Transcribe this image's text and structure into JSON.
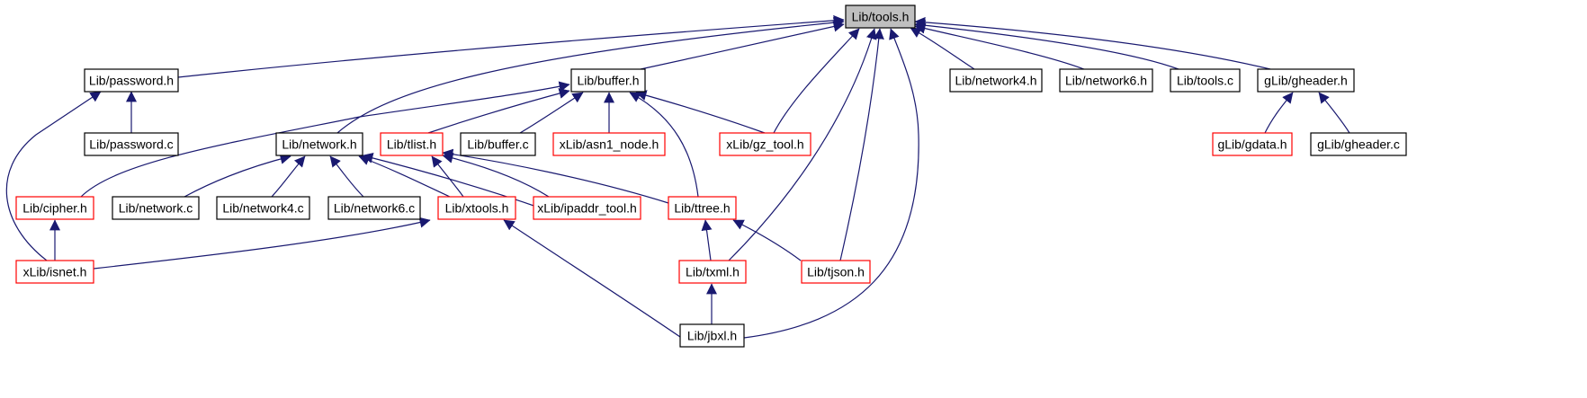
{
  "graph": {
    "colors": {
      "edge": "#191970",
      "root_fill": "#bfbfbf",
      "node_border_default": "#000000",
      "node_border_red": "#ff0000",
      "background": "#ffffff"
    },
    "nodes": [
      {
        "id": "tools_h",
        "label": "Lib/tools.h",
        "style": "root"
      },
      {
        "id": "password_h",
        "label": "Lib/password.h",
        "style": "black"
      },
      {
        "id": "buffer_h",
        "label": "Lib/buffer.h",
        "style": "black"
      },
      {
        "id": "network4_h",
        "label": "Lib/network4.h",
        "style": "black"
      },
      {
        "id": "network6_h",
        "label": "Lib/network6.h",
        "style": "black"
      },
      {
        "id": "tools_c",
        "label": "Lib/tools.c",
        "style": "black"
      },
      {
        "id": "gheader_h",
        "label": "gLib/gheader.h",
        "style": "black"
      },
      {
        "id": "password_c",
        "label": "Lib/password.c",
        "style": "black"
      },
      {
        "id": "network_h",
        "label": "Lib/network.h",
        "style": "black"
      },
      {
        "id": "tlist_h",
        "label": "Lib/tlist.h",
        "style": "red"
      },
      {
        "id": "buffer_c",
        "label": "Lib/buffer.c",
        "style": "black"
      },
      {
        "id": "asn1_node_h",
        "label": "xLib/asn1_node.h",
        "style": "red"
      },
      {
        "id": "gz_tool_h",
        "label": "xLib/gz_tool.h",
        "style": "red"
      },
      {
        "id": "gdata_h",
        "label": "gLib/gdata.h",
        "style": "red"
      },
      {
        "id": "gheader_c",
        "label": "gLib/gheader.c",
        "style": "black"
      },
      {
        "id": "cipher_h",
        "label": "Lib/cipher.h",
        "style": "red"
      },
      {
        "id": "network_c",
        "label": "Lib/network.c",
        "style": "black"
      },
      {
        "id": "network4_c",
        "label": "Lib/network4.c",
        "style": "black"
      },
      {
        "id": "network6_c",
        "label": "Lib/network6.c",
        "style": "black"
      },
      {
        "id": "xtools_h",
        "label": "Lib/xtools.h",
        "style": "red"
      },
      {
        "id": "ipaddr_tool_h",
        "label": "xLib/ipaddr_tool.h",
        "style": "red"
      },
      {
        "id": "ttree_h",
        "label": "Lib/ttree.h",
        "style": "red"
      },
      {
        "id": "isnet_h",
        "label": "xLib/isnet.h",
        "style": "red"
      },
      {
        "id": "txml_h",
        "label": "Lib/txml.h",
        "style": "red"
      },
      {
        "id": "tjson_h",
        "label": "Lib/tjson.h",
        "style": "red"
      },
      {
        "id": "jbxl_h",
        "label": "Lib/jbxl.h",
        "style": "black"
      }
    ],
    "edges": [
      {
        "from": "tools_h",
        "to": "password_h"
      },
      {
        "from": "tools_h",
        "to": "buffer_h"
      },
      {
        "from": "tools_h",
        "to": "network_h"
      },
      {
        "from": "tools_h",
        "to": "network4_h"
      },
      {
        "from": "tools_h",
        "to": "network6_h"
      },
      {
        "from": "tools_h",
        "to": "tools_c"
      },
      {
        "from": "tools_h",
        "to": "gheader_h"
      },
      {
        "from": "tools_h",
        "to": "gz_tool_h"
      },
      {
        "from": "tools_h",
        "to": "txml_h"
      },
      {
        "from": "tools_h",
        "to": "tjson_h"
      },
      {
        "from": "tools_h",
        "to": "jbxl_h"
      },
      {
        "from": "password_h",
        "to": "password_c"
      },
      {
        "from": "password_h",
        "to": "isnet_h"
      },
      {
        "from": "buffer_h",
        "to": "cipher_h"
      },
      {
        "from": "buffer_h",
        "to": "tlist_h"
      },
      {
        "from": "buffer_h",
        "to": "buffer_c"
      },
      {
        "from": "buffer_h",
        "to": "asn1_node_h"
      },
      {
        "from": "buffer_h",
        "to": "gz_tool_h"
      },
      {
        "from": "buffer_h",
        "to": "ttree_h"
      },
      {
        "from": "gheader_h",
        "to": "gdata_h"
      },
      {
        "from": "gheader_h",
        "to": "gheader_c"
      },
      {
        "from": "network_h",
        "to": "network_c"
      },
      {
        "from": "network_h",
        "to": "network4_c"
      },
      {
        "from": "network_h",
        "to": "network6_c"
      },
      {
        "from": "network_h",
        "to": "xtools_h"
      },
      {
        "from": "network_h",
        "to": "ipaddr_tool_h"
      },
      {
        "from": "tlist_h",
        "to": "xtools_h"
      },
      {
        "from": "tlist_h",
        "to": "ipaddr_tool_h"
      },
      {
        "from": "tlist_h",
        "to": "ttree_h"
      },
      {
        "from": "cipher_h",
        "to": "isnet_h"
      },
      {
        "from": "xtools_h",
        "to": "isnet_h"
      },
      {
        "from": "xtools_h",
        "to": "jbxl_h"
      },
      {
        "from": "ttree_h",
        "to": "txml_h"
      },
      {
        "from": "ttree_h",
        "to": "tjson_h"
      },
      {
        "from": "txml_h",
        "to": "jbxl_h"
      }
    ]
  }
}
